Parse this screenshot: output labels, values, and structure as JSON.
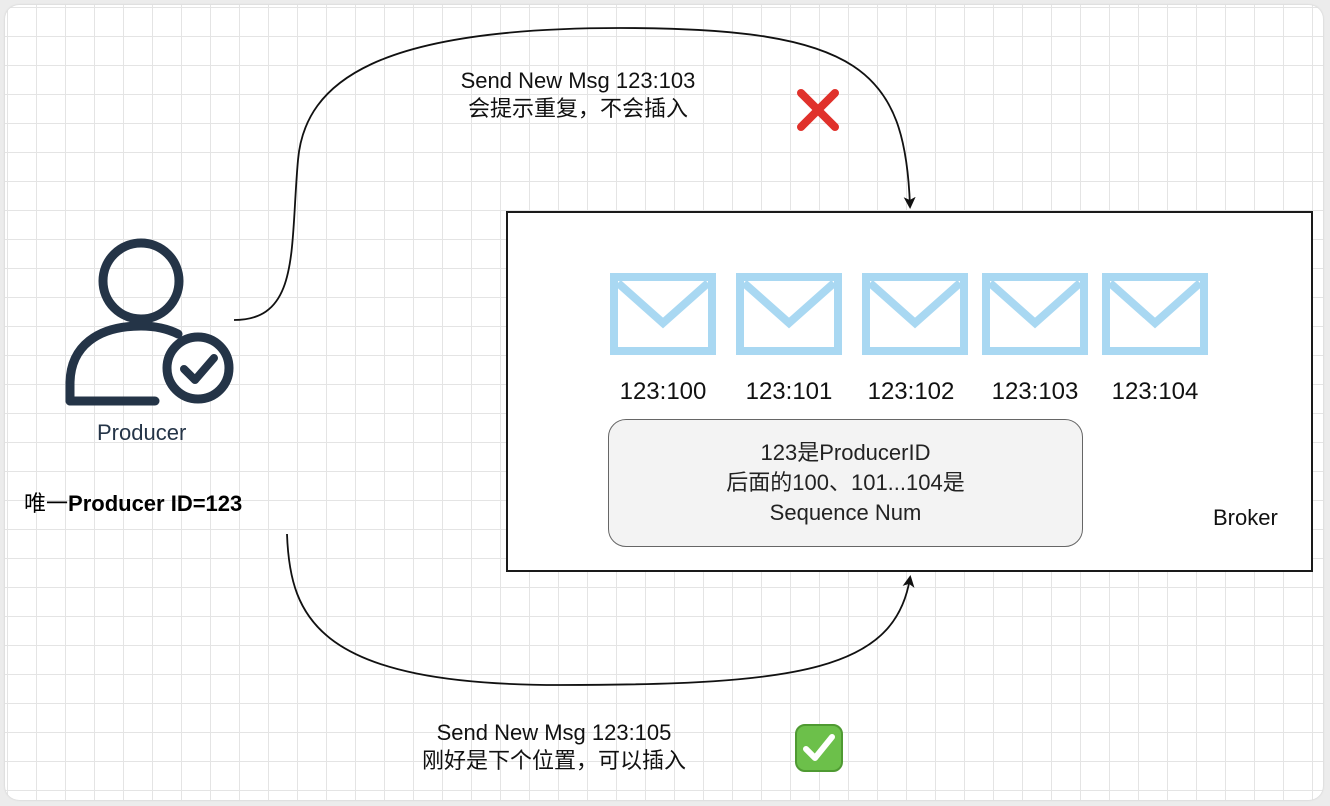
{
  "producer": {
    "caption": "Producer",
    "id_prefix": "唯一",
    "id_bold": "Producer ID=123",
    "colors": {
      "stroke": "#243447"
    }
  },
  "top_message": {
    "line1": "Send New Msg 123:103",
    "line2": "会提示重复，不会插入",
    "status_icon": "cross-mark-icon",
    "status_color": "#e0312b"
  },
  "bottom_message": {
    "line1": "Send New Msg 123:105",
    "line2": "刚好是下个位置，可以插入",
    "status_icon": "check-mark-button-icon",
    "status_color": "#6cc04a"
  },
  "broker": {
    "label": "Broker",
    "envelope_color": "#a9d8f2",
    "messages": [
      {
        "label": "123:100"
      },
      {
        "label": "123:101"
      },
      {
        "label": "123:102"
      },
      {
        "label": "123:103"
      },
      {
        "label": "123:104"
      }
    ],
    "note": {
      "line1": "123是ProducerID",
      "line2": "后面的100、101...104是",
      "line3": "Sequence Num"
    }
  }
}
